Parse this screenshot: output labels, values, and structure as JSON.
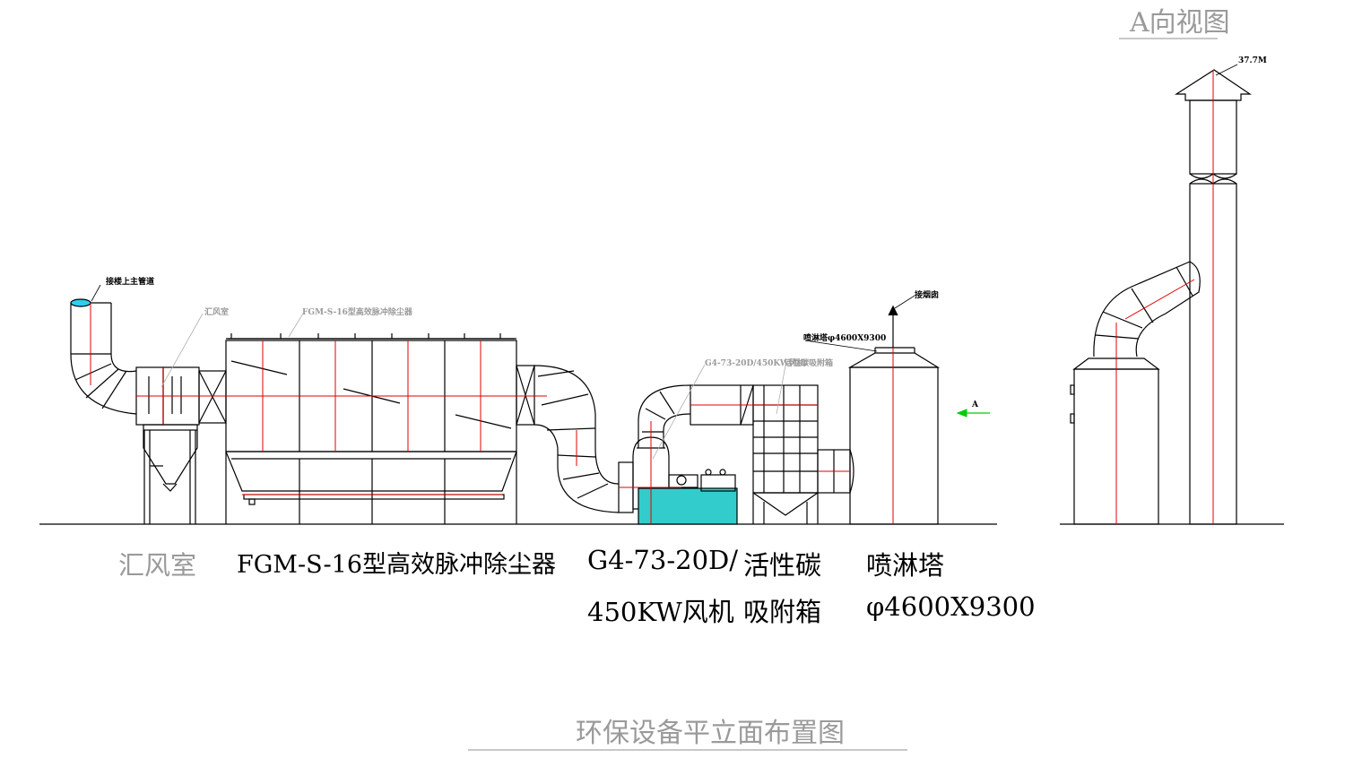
{
  "titles": {
    "main": "环保设备平立面布置图",
    "view_a": "A向视图"
  },
  "equipment_labels": {
    "collector_room": "汇风室",
    "dust_collector": "FGM-S-16型高效脉冲除尘器",
    "fan_line1": "G4-73-20D/",
    "fan_line2": "450KW风机",
    "carbon_line1": "活性碳",
    "carbon_line2": "吸附箱",
    "tower_line1": "喷淋塔",
    "tower_line2": "φ4600X9300"
  },
  "callouts": {
    "main_pipe": "接楼上主管道",
    "collector_room": "汇风室",
    "dust_collector": "FGM-S-16型高效脉冲除尘器",
    "fan": "G4-73-20D/450KW风机",
    "carbon_box": "活性碳吸附箱",
    "tower": "喷淋塔φ4600X9300",
    "stack_out": "接烟囱",
    "view_arrow": "A",
    "stack_height": "37.7M"
  },
  "colors": {
    "line": "#000000",
    "centerline": "#e00000",
    "label_grey": "#9a9a9a",
    "fan_base": "#33cccc",
    "arrow_green": "#00cc00",
    "pipe_cap": "#33ccee"
  }
}
